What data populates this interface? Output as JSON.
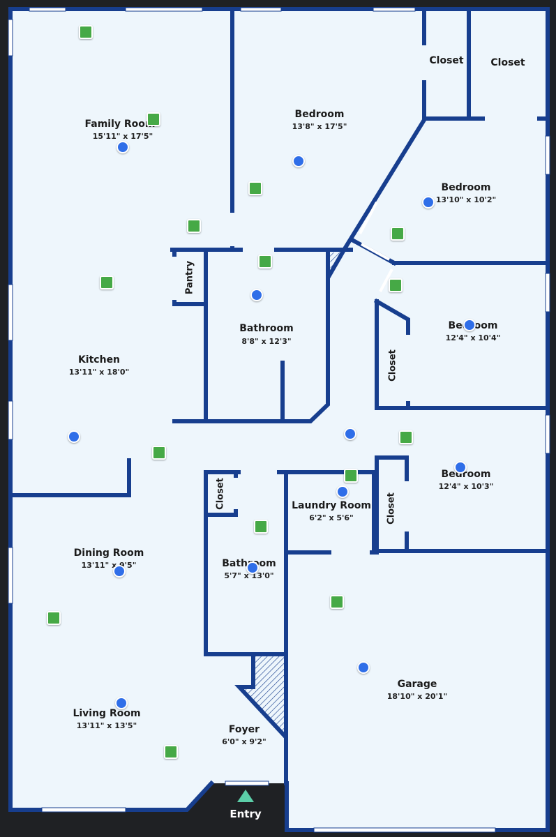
{
  "colors": {
    "wall": "#173e8e",
    "floor": "#eef6fc",
    "window": "#ffffff",
    "background": "#1f2124",
    "blue_marker": "#2f6ee8",
    "green_marker": "#46a946",
    "entry_arrow": "#5ccfa9"
  },
  "rooms": {
    "family_room": {
      "name": "Family Room",
      "dims": "15'11\" x 17'5\""
    },
    "bedroom_top": {
      "name": "Bedroom",
      "dims": "13'8\" x 17'5\""
    },
    "closet_top_left": {
      "name": "Closet"
    },
    "closet_top_right": {
      "name": "Closet"
    },
    "bedroom_right_1": {
      "name": "Bedroom",
      "dims": "13'10\" x 10'2\""
    },
    "pantry": {
      "name": "Pantry"
    },
    "bathroom_center": {
      "name": "Bathroom",
      "dims": "8'8\" x 12'3\""
    },
    "bedroom_right_2": {
      "name": "Bedroom",
      "dims": "12'4\" x 10'4\""
    },
    "closet_right_2": {
      "name": "Closet"
    },
    "kitchen": {
      "name": "Kitchen",
      "dims": "13'11\" x 18'0\""
    },
    "bedroom_right_3": {
      "name": "Bedroom",
      "dims": "12'4\" x 10'3\""
    },
    "closet_right_3": {
      "name": "Closet"
    },
    "closet_small": {
      "name": "Closet"
    },
    "laundry_room": {
      "name": "Laundry Room",
      "dims": "6'2\" x 5'6\""
    },
    "dining_room": {
      "name": "Dining Room",
      "dims": "13'11\" x 9'5\""
    },
    "bathroom_lower": {
      "name": "Bathroom",
      "dims": "5'7\" x 13'0\""
    },
    "garage": {
      "name": "Garage",
      "dims": "18'10\" x 20'1\""
    },
    "living_room": {
      "name": "Living Room",
      "dims": "13'11\" x 13'5\""
    },
    "foyer": {
      "name": "Foyer",
      "dims": "6'0\" x 9'2\""
    }
  },
  "entry": {
    "label": "Entry",
    "icon": "up-triangle-icon"
  }
}
